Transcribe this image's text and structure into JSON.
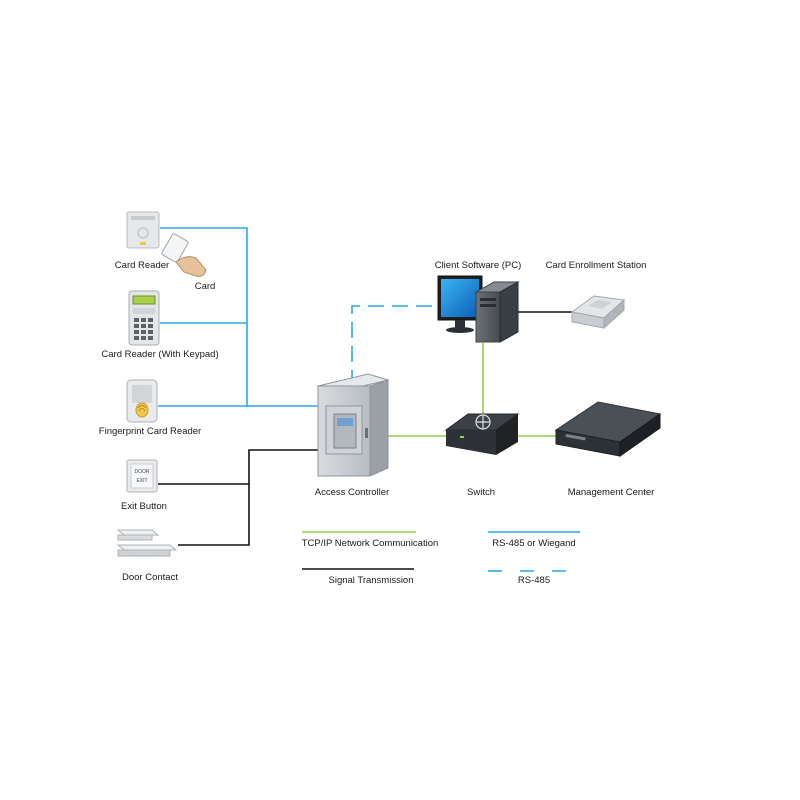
{
  "devices": {
    "card_reader": "Card Reader",
    "card": "Card",
    "card_reader_keypad": "Card Reader (With Keypad)",
    "fingerprint_reader": "Fingerprint Card Reader",
    "exit_button": "Exit Button",
    "door_contact": "Door Contact",
    "access_controller": "Access Controller",
    "switch": "Switch",
    "client_software": "Client Software (PC)",
    "card_enrollment": "Card Enrollment Station",
    "management_center": "Management Center"
  },
  "legend": {
    "tcp_ip": "TCP/IP Network Communication",
    "rs485_wiegand": "RS-485 or Wiegand",
    "signal": "Signal Transmission",
    "rs485": "RS-485"
  },
  "exit_button_face": {
    "line1": "DOOR",
    "line2": "EXIT"
  },
  "colors": {
    "tcp_ip": "#8fd14f",
    "rs485_wiegand": "#29a8e0",
    "signal": "#111111",
    "rs485": "#29a8e0"
  }
}
